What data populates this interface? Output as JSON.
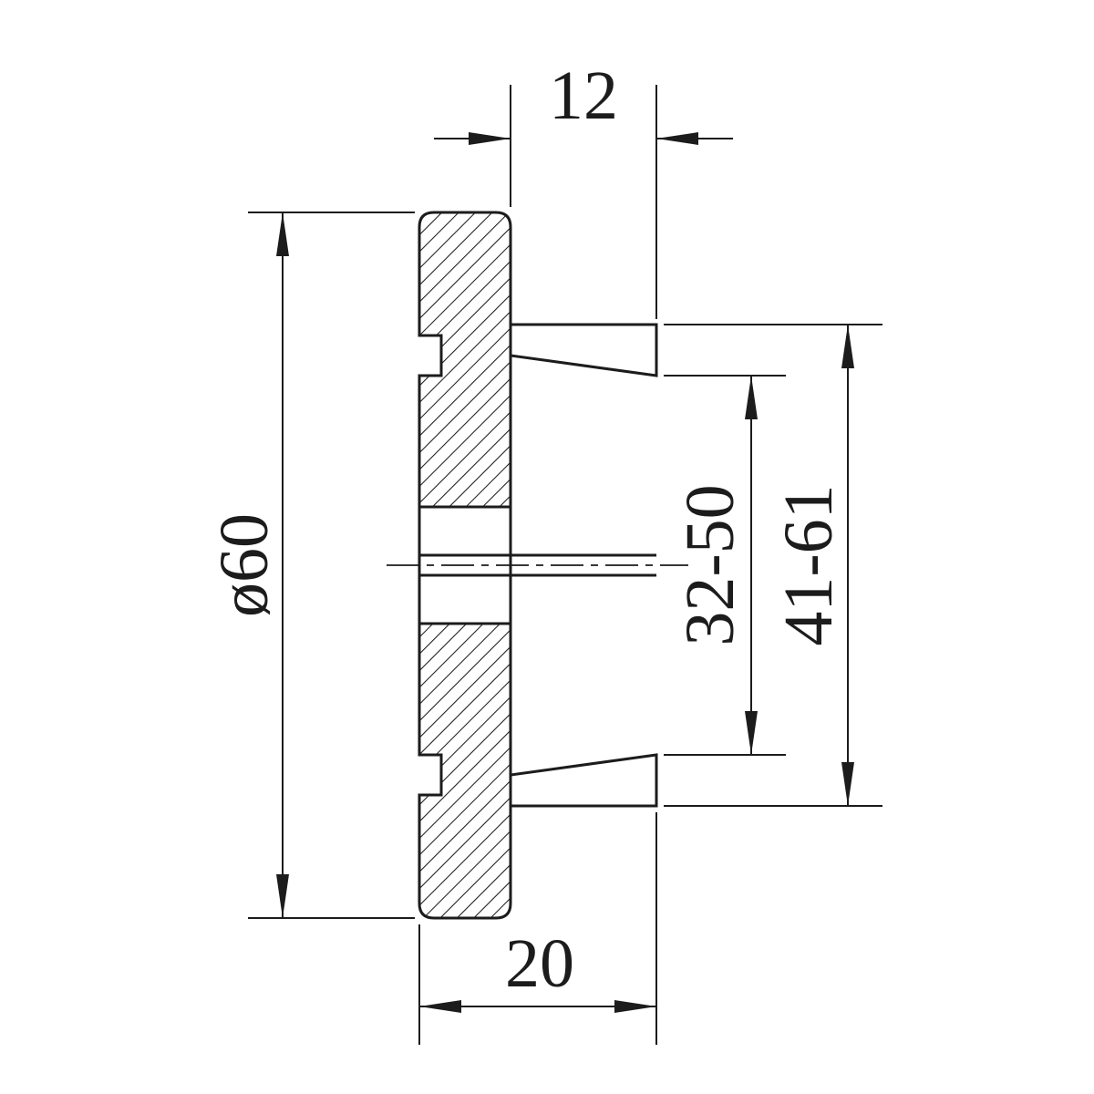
{
  "drawing": {
    "background": "#ffffff",
    "line_color": "#1c1c1c",
    "labels": {
      "hub_width": "12",
      "outer_diameter": "ø60",
      "bore_range": "32-50",
      "hub_span_range": "41-61",
      "total_width": "20"
    }
  }
}
